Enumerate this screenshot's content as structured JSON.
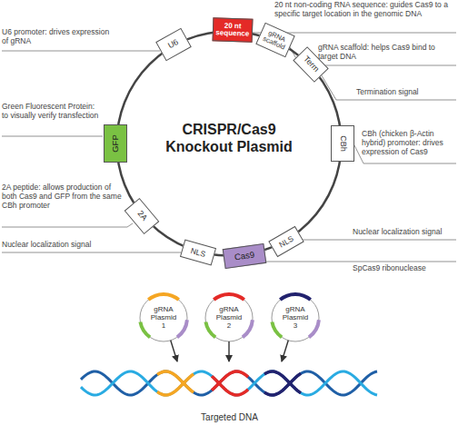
{
  "diagram": {
    "nodes": [
      {
        "text": [
          "CRISPR/Cas9 Knockout Plasmid"
        ]
      },
      {
        "text": [
          "20 nt sequence"
        ],
        "in": 0
      },
      {
        "text": [
          "gRNA scaffold"
        ],
        "in": 0
      },
      {
        "text": [
          "Term"
        ],
        "in": 0
      },
      {
        "text": [
          "CBh"
        ],
        "in": 0
      },
      {
        "text": [
          "NLS"
        ],
        "in": 0
      },
      {
        "text": [
          "Cas9"
        ],
        "in": 0
      },
      {
        "text": [
          "NLS"
        ],
        "in": 0
      },
      {
        "text": [
          "2A"
        ],
        "in": 0
      },
      {
        "text": [
          "GFP"
        ],
        "in": 0
      },
      {
        "text": [
          "U6"
        ],
        "in": 0
      },
      {
        "text": [
          "gRNA Plasmid 1"
        ]
      },
      {
        "text": [
          "gRNA Plasmid 2"
        ]
      },
      {
        "text": [
          "gRNA Plasmid 3"
        ]
      },
      {
        "text": [
          "Targeted DNA"
        ]
      }
    ],
    "edges": [
      {
        "from": 11,
        "to": 14,
        "arrow": "to"
      },
      {
        "from": 12,
        "to": 14,
        "arrow": "to"
      },
      {
        "from": 13,
        "to": 14,
        "arrow": "to"
      }
    ],
    "labels": [
      "20 nt non-coding RNA sequence: guides Cas9 to a specific target location in the genomic DNA",
      "U6 promoter: drives expression of gRNA",
      "gRNA scaffold: helps Cas9 bind to target DNA",
      "Termination signal",
      "Green Fluorescent Protein: to visually verify transfection",
      "CBh (chicken β-Actin hybrid) promoter: drives expression of Cas9",
      "2A peptide: allows production of both Cas9 and GFP from the same CBh promoter",
      "Nuclear localization signal",
      "Nuclear localization signal",
      "SpCas9 ribonuclease"
    ]
  }
}
